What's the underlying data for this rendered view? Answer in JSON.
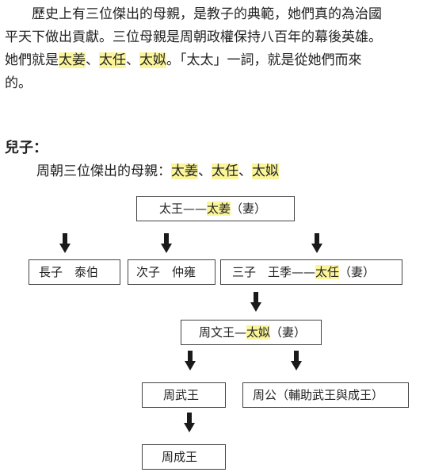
{
  "intro": {
    "line1_a": "　　歷史上有三位傑出的母親，是教子的典範，她們真的為治國",
    "line2_a": "平天下做出貢獻。三位母親是周朝政權保持八百年的幕後英雄。",
    "line3_a": "她們就是",
    "line3_h1": "太姜",
    "line3_sep1": "、",
    "line3_h2": "太任",
    "line3_sep2": "、",
    "line3_h3": "太姒",
    "line3_b": "。「太太」一詞，就是從她們而來",
    "line4_a": "的。"
  },
  "section": {
    "heading": "兒子：",
    "sub_prefix": "周朝三位傑出的母親：",
    "sub_h1": "太姜",
    "sub_sep1": "、",
    "sub_h2": "太任",
    "sub_sep2": "、",
    "sub_h3": "太姒"
  },
  "tree": {
    "taiwang": {
      "prefix": "太王——",
      "wife": "太姜",
      "suffix": "（妻）"
    },
    "taibo": {
      "label": "長子　泰伯"
    },
    "zhongyong": {
      "label": "次子　仲雍"
    },
    "jili": {
      "prefix": "三子　王季——",
      "wife": "太任",
      "suffix": "（妻）"
    },
    "wenwang": {
      "prefix": "周文王—",
      "wife": "太姒",
      "suffix": "（妻）"
    },
    "wuwang": {
      "label": "周武王"
    },
    "zhougong": {
      "label": "周公（輔助武王與成王）"
    },
    "chengwang": {
      "label": "周成王"
    }
  },
  "colors": {
    "highlight": "#fbf59a",
    "arrow": "#1a1a1a",
    "border": "#444444"
  }
}
